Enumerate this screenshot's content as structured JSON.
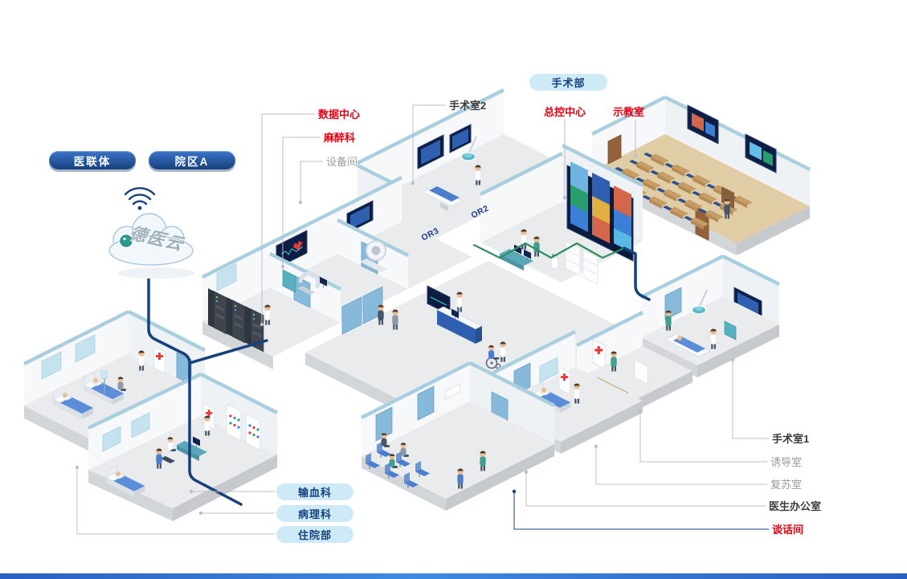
{
  "scene": {
    "department_badge": "手术部",
    "network_badges": [
      {
        "id": "alliance",
        "label": "医联体"
      },
      {
        "id": "campus_a",
        "label": "院区A"
      }
    ],
    "cloud": {
      "label": "德医云"
    },
    "callouts": {
      "top": [
        {
          "id": "data-center",
          "text": "数据中心",
          "style": "red"
        },
        {
          "id": "anesthesiology",
          "text": "麻醉科",
          "style": "red"
        },
        {
          "id": "equipment-room",
          "text": "设备间",
          "style": "gray"
        },
        {
          "id": "operating-room-2",
          "text": "手术室2",
          "style": "dark"
        },
        {
          "id": "master-control",
          "text": "总控中心",
          "style": "red"
        },
        {
          "id": "demo-classroom",
          "text": "示教室",
          "style": "red"
        }
      ],
      "right": [
        {
          "id": "operating-room-1",
          "text": "手术室1",
          "style": "dark"
        },
        {
          "id": "induction-room",
          "text": "诱导室",
          "style": "gray"
        },
        {
          "id": "recovery-room",
          "text": "复苏室",
          "style": "gray"
        },
        {
          "id": "doctor-office",
          "text": "医生办公室",
          "style": "dark"
        },
        {
          "id": "talk-room",
          "text": "谈话间",
          "style": "red"
        }
      ],
      "bottom_pills": [
        {
          "id": "blood-transfusion",
          "label": "输血科"
        },
        {
          "id": "pathology",
          "label": "病理科"
        },
        {
          "id": "inpatient",
          "label": "住院部"
        }
      ]
    },
    "room_tags": {
      "or2": "OR2",
      "or3": "OR3"
    }
  },
  "colors": {
    "red_label": "#e60012",
    "dark_label": "#3a3a3a",
    "gray_label": "#9b9b9b",
    "navy": "#16417c",
    "chip_bg": "#cfeaf7",
    "chip_text": "#14427e",
    "badge_gradient_top": "#3a74c9",
    "badge_gradient_bottom": "#16417c",
    "cable_navy": "#16417c",
    "cable_green": "#2f8f5f",
    "wall_top_band": "#a9cfdf",
    "floor_gray": "#e9ebed",
    "classroom_floor": "#e0cda6",
    "footer_bar": "#2a5fc4"
  }
}
